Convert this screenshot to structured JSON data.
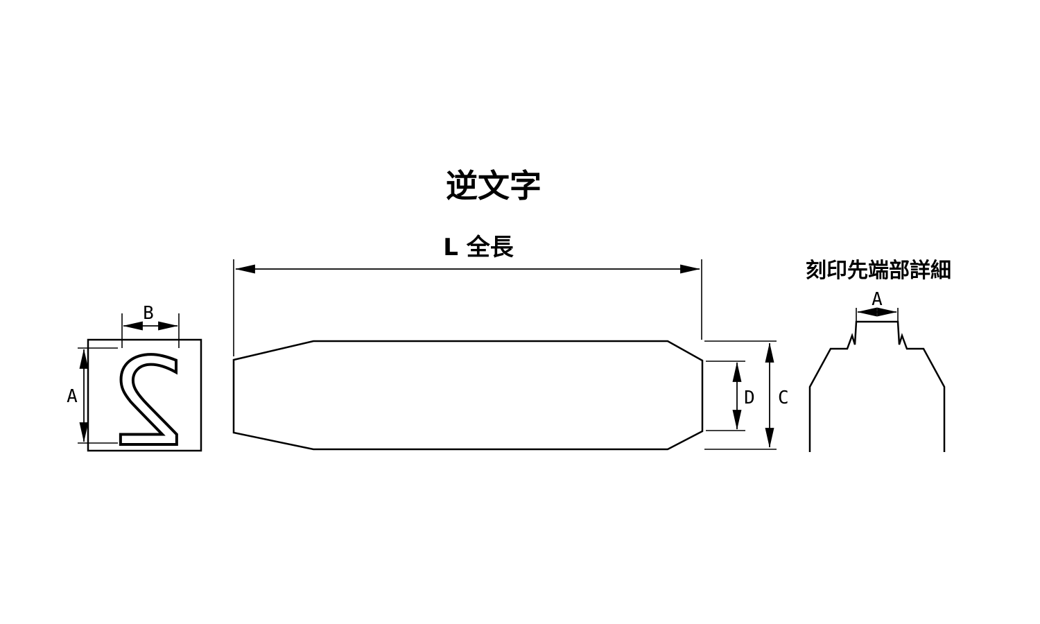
{
  "title": "逆文字",
  "main_view": {
    "length_label": "L 全長",
    "dim_c": "C",
    "dim_d": "D"
  },
  "face_view": {
    "character": "2",
    "dim_a": "A",
    "dim_b": "B"
  },
  "detail_view": {
    "title": "刻印先端部詳細",
    "dim_a": "A"
  },
  "colors": {
    "line": "#000000",
    "background": "#ffffff"
  }
}
